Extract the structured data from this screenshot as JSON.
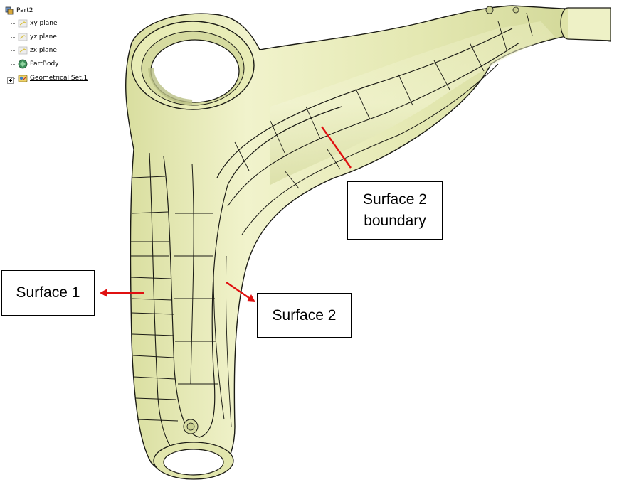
{
  "tree": {
    "root": "Part2",
    "items": [
      {
        "label": "xy plane",
        "icon": "plane-icon"
      },
      {
        "label": "yz plane",
        "icon": "plane-icon"
      },
      {
        "label": "zx plane",
        "icon": "plane-icon"
      },
      {
        "label": "PartBody",
        "icon": "partbody-icon"
      },
      {
        "label": "Geometrical Set.1",
        "icon": "geometrical-set-icon"
      }
    ]
  },
  "callouts": {
    "surface1": "Surface 1",
    "surface2": "Surface 2",
    "boundary": "Surface 2\nboundary"
  },
  "colors": {
    "part_fill": "#e9edba",
    "part_shade": "#c9cf92",
    "part_edges": "#1a1a14",
    "annotation": "#e01010",
    "hole_inner": "#b9bf84"
  }
}
